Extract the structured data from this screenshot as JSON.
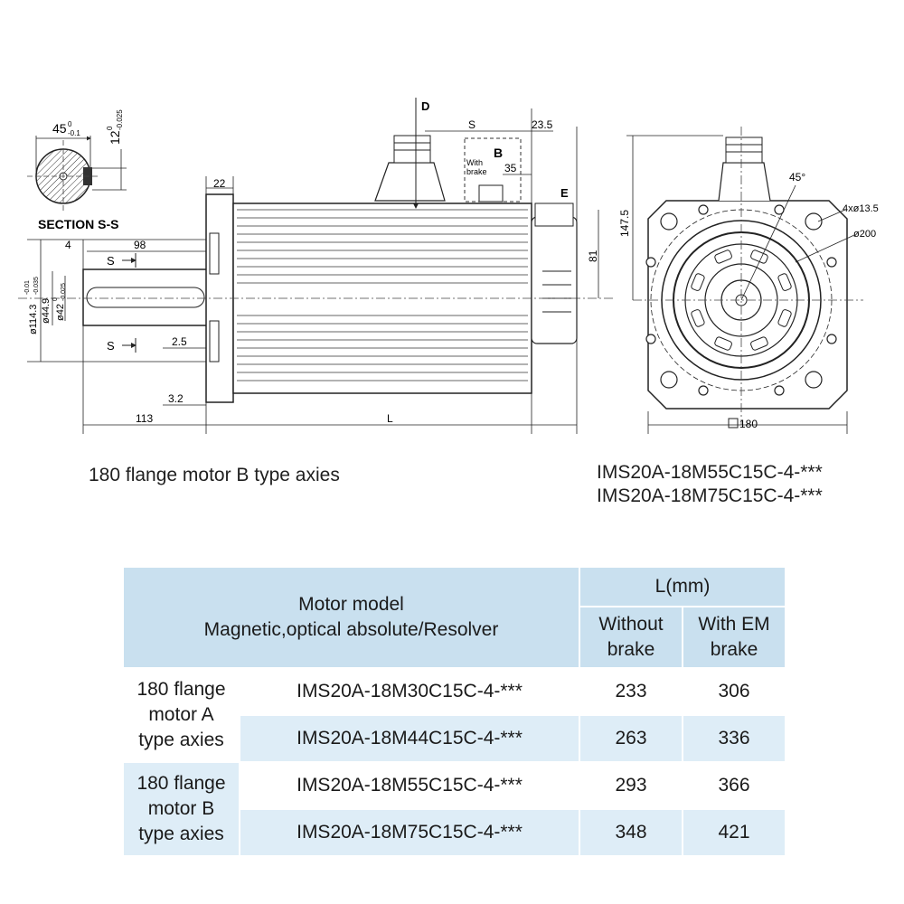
{
  "drawing": {
    "section_label": "SECTION S-S",
    "section_marker": "S",
    "dims": {
      "d45": "45",
      "d45_tol": "0",
      "d45_tol2": "-0.1",
      "d12": "12",
      "d12_tol": "0",
      "d12_tol2": "-0.025",
      "d22": "22",
      "d4": "4",
      "d98": "98",
      "d2_5": "2.5",
      "d3_2": "3.2",
      "d113": "113",
      "dL": "L",
      "dS": "S",
      "d23_5": "23.5",
      "d35": "35",
      "d81": "81",
      "d147_5": "147.5",
      "d180": "180",
      "d45deg": "45°",
      "d4x13_5": "4xø13.5",
      "d200": "ø200",
      "d114_3": "ø114.3",
      "d114_3_tol": "-0.01",
      "d114_3_tol2": "-0.035",
      "d44_9": "ø44.9",
      "d42": "ø42",
      "d42_tol": "0",
      "d42_tol2": "-0.025"
    },
    "markers": {
      "D": "D",
      "B": "B",
      "E": "E",
      "with": "With",
      "brake": "brake"
    }
  },
  "captions": {
    "left": "180 flange motor B type axies",
    "right_line1": "IMS20A-18M55C15C-4-***",
    "right_line2": "IMS20A-18M75C15C-4-***"
  },
  "table": {
    "header_model_line1": "Motor model",
    "header_model_line2": "Magnetic,optical absolute/Resolver",
    "header_L": "L(mm)",
    "header_without_1": "Without",
    "header_without_2": "brake",
    "header_with_1": "With EM",
    "header_with_2": "brake",
    "groups": [
      {
        "label_1": "180 flange",
        "label_2": "motor A",
        "label_3": "type axies",
        "rows": [
          {
            "model": "IMS20A-18M30C15C-4-***",
            "without": "233",
            "with": "306"
          },
          {
            "model": "IMS20A-18M44C15C-4-***",
            "without": "263",
            "with": "336"
          }
        ]
      },
      {
        "label_1": "180 flange",
        "label_2": "motor B",
        "label_3": "type axies",
        "rows": [
          {
            "model": "IMS20A-18M55C15C-4-***",
            "without": "293",
            "with": "366"
          },
          {
            "model": "IMS20A-18M75C15C-4-***",
            "without": "348",
            "with": "421"
          }
        ]
      }
    ]
  }
}
